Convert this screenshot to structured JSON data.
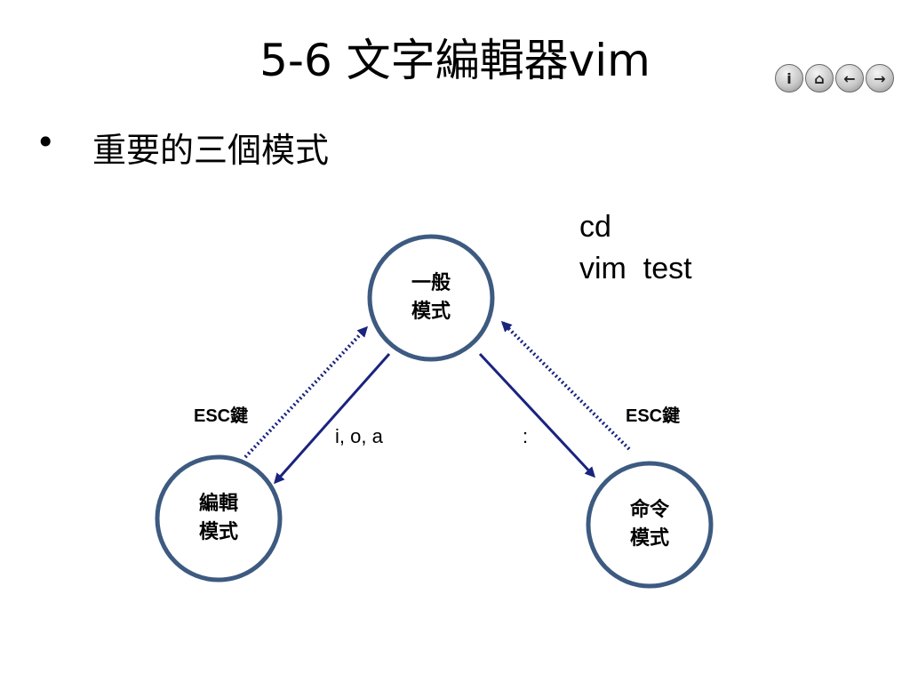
{
  "slide": {
    "title": "5-6 文字編輯器vim",
    "bullet_marker": "•",
    "bullet_text": "重要的三個模式"
  },
  "nav": {
    "icons": [
      "info-icon",
      "home-icon",
      "back-arrow-icon",
      "forward-arrow-icon"
    ],
    "glyphs": [
      "i",
      "⌂",
      "←",
      "→"
    ]
  },
  "commands": [
    "cd",
    "vim  test"
  ],
  "diagram": {
    "nodes": {
      "normal": {
        "line1": "一般",
        "line2": "模式"
      },
      "edit": {
        "line1": "編輯",
        "line2": "模式"
      },
      "command": {
        "line1": "命令",
        "line2": "模式"
      }
    },
    "edges": {
      "to_edit_label": "i, o, a",
      "to_command_label": ":",
      "edit_esc_label": "ESC鍵",
      "command_esc_label": "ESC鍵"
    },
    "colors": {
      "circle_stroke": "#3d5a80",
      "arrow": "#1a237e"
    }
  }
}
